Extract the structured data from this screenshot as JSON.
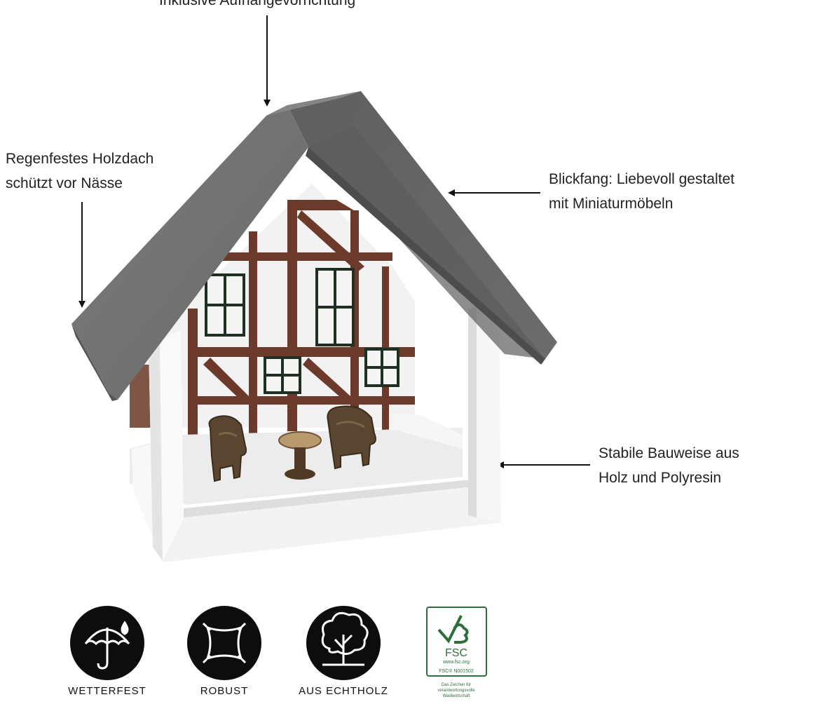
{
  "callouts": {
    "top": {
      "line1": "Inklusive Aufhängevorrichtung"
    },
    "left": {
      "line1": "Regenfestes Holzdach",
      "line2": "schützt vor Nässe"
    },
    "right_top": {
      "line1": "Blickfang: Liebevoll gestaltet",
      "line2": "mit Miniaturmöbeln"
    },
    "right_bottom": {
      "line1": "Stabile Bauweise aus",
      "line2": "Holz und Polyresin"
    }
  },
  "badges": [
    {
      "label": "WETTERFEST",
      "icon": "umbrella-icon"
    },
    {
      "label": "ROBUST",
      "icon": "robust-icon"
    },
    {
      "label": "AUS ECHTHOLZ",
      "icon": "tree-icon"
    }
  ],
  "fsc": {
    "brand": "FSC",
    "url": "www.fsc.org",
    "license": "FSC® N001502",
    "caption1": "Das Zeichen für",
    "caption2": "verantwortungsvolle",
    "caption3": "Waldwirtschaft"
  },
  "colors": {
    "roof": "#6f6f6f",
    "timber": "#6b3a2a",
    "wall": "#f4f4f4",
    "frame": "#f7f7f7",
    "fsc_green": "#2e6e3a"
  }
}
